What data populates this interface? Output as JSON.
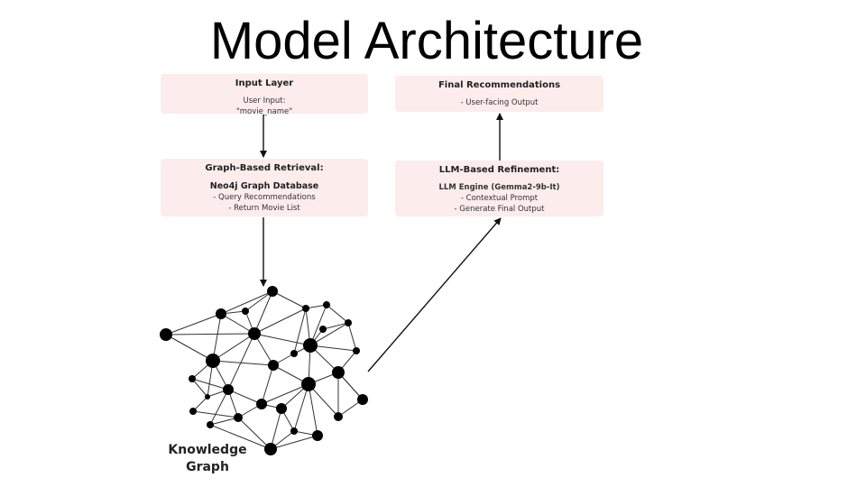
{
  "title": "Model Architecture",
  "input_layer": {
    "heading": "Input Layer",
    "lines": [
      "User Input:",
      "\"movie_name\""
    ]
  },
  "retrieval": {
    "heading": "Graph-Based Retrieval:",
    "subheading": "Neo4j Graph Database",
    "lines": [
      "- Query Recommendations",
      "- Return Movie List"
    ]
  },
  "refinement": {
    "heading": "LLM-Based Refinement:",
    "subheading": "LLM Engine (Gemma2-9b-It)",
    "lines": [
      "- Contextual Prompt",
      "- Generate Final Output"
    ]
  },
  "final": {
    "heading": "Final Recommendations",
    "lines": [
      "- User-facing Output"
    ]
  },
  "knowledge_graph": {
    "label_line1": "Knowledge",
    "label_line2": "Graph"
  }
}
